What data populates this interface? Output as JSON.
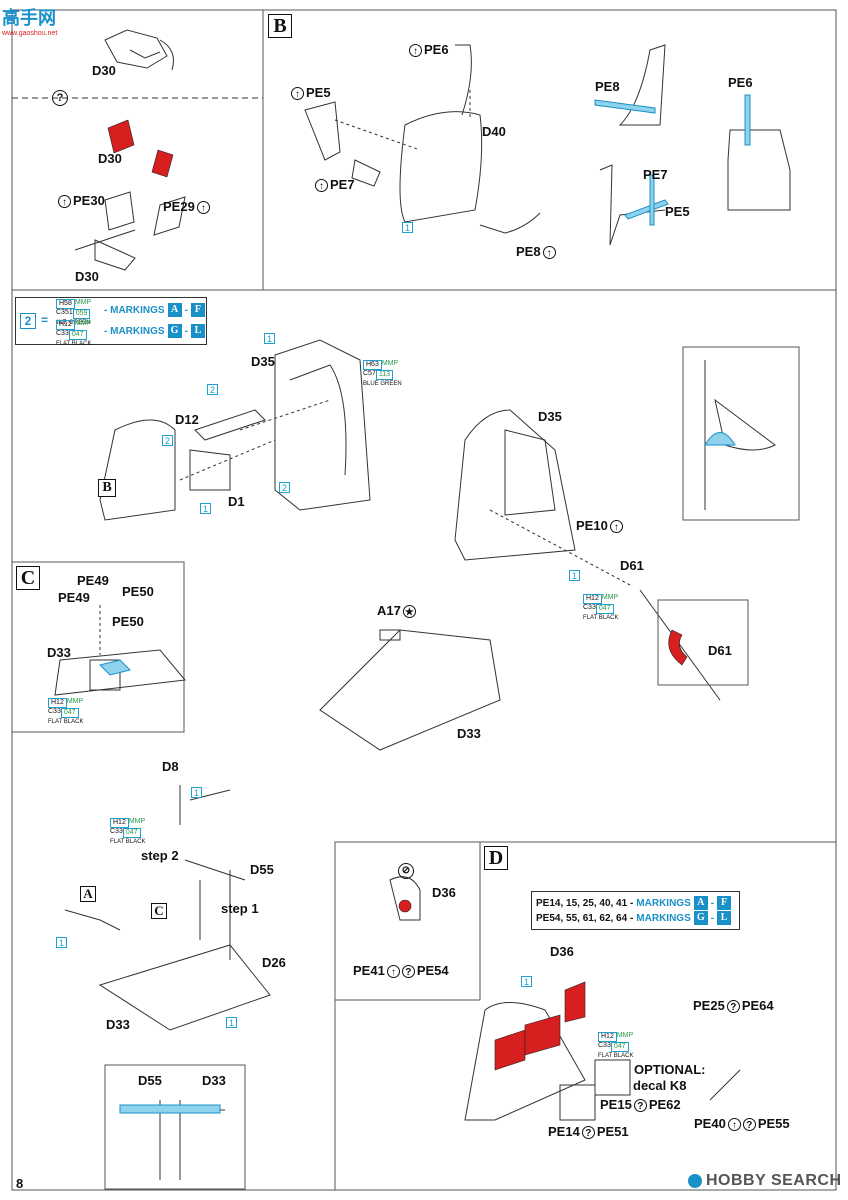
{
  "watermark": {
    "site": "高手网",
    "url": "www.gaoshou.net"
  },
  "page_number": "8",
  "footer_brand": "HOBBY SEARCH",
  "colors": {
    "cyan": "#1a90c8",
    "red": "#d81f1f",
    "green": "#2a9a4a",
    "line": "#333333"
  },
  "section_a": {
    "labels": [
      "D30",
      "D30",
      "D30"
    ],
    "pe30": "PE30",
    "pe29": "PE29",
    "question": "?"
  },
  "section_b": {
    "letter": "B",
    "pe6": "PE6",
    "pe5": "PE5",
    "pe7": "PE7",
    "pe8": "PE8",
    "d40": "D40",
    "num1": "1",
    "right": {
      "pe8": "PE8",
      "pe6": "PE6",
      "pe7": "PE7",
      "pe5": "PE5"
    }
  },
  "paint_legend": {
    "index": "2",
    "eq": "=",
    "row1": {
      "h": "H58",
      "mmp": "MMP",
      "c": "C351",
      "code": "059",
      "name": "INT. GREEN",
      "text": "- MARKINGS",
      "from": "A",
      "to": "F"
    },
    "row2": {
      "h": "H12",
      "mmp": "MMP",
      "c": "C33",
      "code": "047",
      "name": "FLAT BLACK",
      "text": "- MARKINGS",
      "from": "G",
      "to": "L"
    }
  },
  "frame_section": {
    "d35": "D35",
    "d12": "D12",
    "d1": "D1",
    "b": "B",
    "blue_green": {
      "h": "H63",
      "mmp": "MMP",
      "c": "C57",
      "code": "113",
      "name": "BLUE GREEN"
    },
    "nums": [
      "1",
      "2",
      "2",
      "2",
      "1"
    ]
  },
  "right_section": {
    "d35": "D35",
    "pe10": "PE10",
    "d61": "D61",
    "d61b": "D61",
    "num1": "1",
    "black": {
      "h": "H12",
      "mmp": "MMP",
      "c": "C33",
      "code": "047",
      "name": "FLAT BLACK"
    }
  },
  "section_c": {
    "letter": "C",
    "pe49a": "PE49",
    "pe49b": "PE49",
    "pe50a": "PE50",
    "pe50b": "PE50",
    "d33": "D33",
    "black": {
      "h": "H12",
      "mmp": "MMP",
      "c": "C33",
      "code": "047",
      "name": "FLAT BLACK"
    }
  },
  "floor": {
    "a17": "A17",
    "d33": "D33"
  },
  "lower_left": {
    "d8": "D8",
    "step2": "step 2",
    "d55": "D55",
    "step1": "step 1",
    "d26": "D26",
    "d33": "D33",
    "a": "A",
    "c": "C",
    "nums": [
      "1",
      "1",
      "1"
    ],
    "black": {
      "h": "H12",
      "mmp": "MMP",
      "c": "C33",
      "code": "047",
      "name": "FLAT BLACK"
    },
    "inset": {
      "d55": "D55",
      "d33": "D33"
    }
  },
  "section_d": {
    "letter": "D",
    "d36_inset": "D36",
    "pe41": "PE41",
    "pe54": "PE54",
    "markings": [
      {
        "parts": "PE14, 15, 25, 40, 41 -",
        "label": "MARKINGS",
        "from": "A",
        "to": "F"
      },
      {
        "parts": "PE54, 55, 61, 62, 64 -",
        "label": "MARKINGS",
        "from": "G",
        "to": "L"
      }
    ],
    "d36": "D36",
    "num1": "1",
    "black": {
      "h": "H12",
      "mmp": "MMP",
      "c": "C33",
      "code": "047",
      "name": "FLAT BLACK"
    },
    "pe25": "PE25",
    "pe64": "PE64",
    "optional": "OPTIONAL:",
    "decal": "decal K8",
    "pe15": "PE15",
    "pe62": "PE62",
    "pe14": "PE14",
    "pe51": "PE51",
    "pe40": "PE40",
    "pe55": "PE55"
  }
}
